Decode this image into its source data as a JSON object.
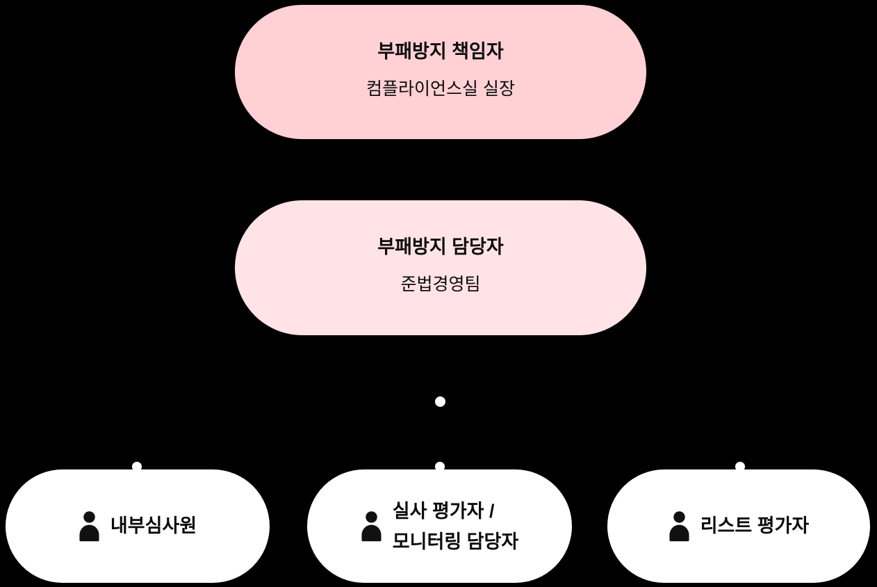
{
  "colors": {
    "background": "#000000",
    "pill-top": "#FFD1D5",
    "pill-mid": "#FFE3E6",
    "pill-bottom": "#FFFFFF",
    "text": "#0B0B0B",
    "icon": "#111111",
    "dot-fill": "#FFFFFF",
    "dot-ring": "#0C0C0C"
  },
  "nodes": {
    "officer": {
      "title": "부패방지 책임자",
      "subtitle": "컴플라이언스실 실장"
    },
    "manager": {
      "title": "부패방지 담당자",
      "subtitle": "준법경영팀"
    },
    "internal_auditor": {
      "icon": "person-icon",
      "label": "내부심사원"
    },
    "due_diligence_evaluator": {
      "icon": "person-icon",
      "label_line1": "실사 평가자 /",
      "label_line2": "모니터링 담당자"
    },
    "list_evaluator": {
      "icon": "person-icon",
      "label": "리스트 평가자"
    }
  }
}
